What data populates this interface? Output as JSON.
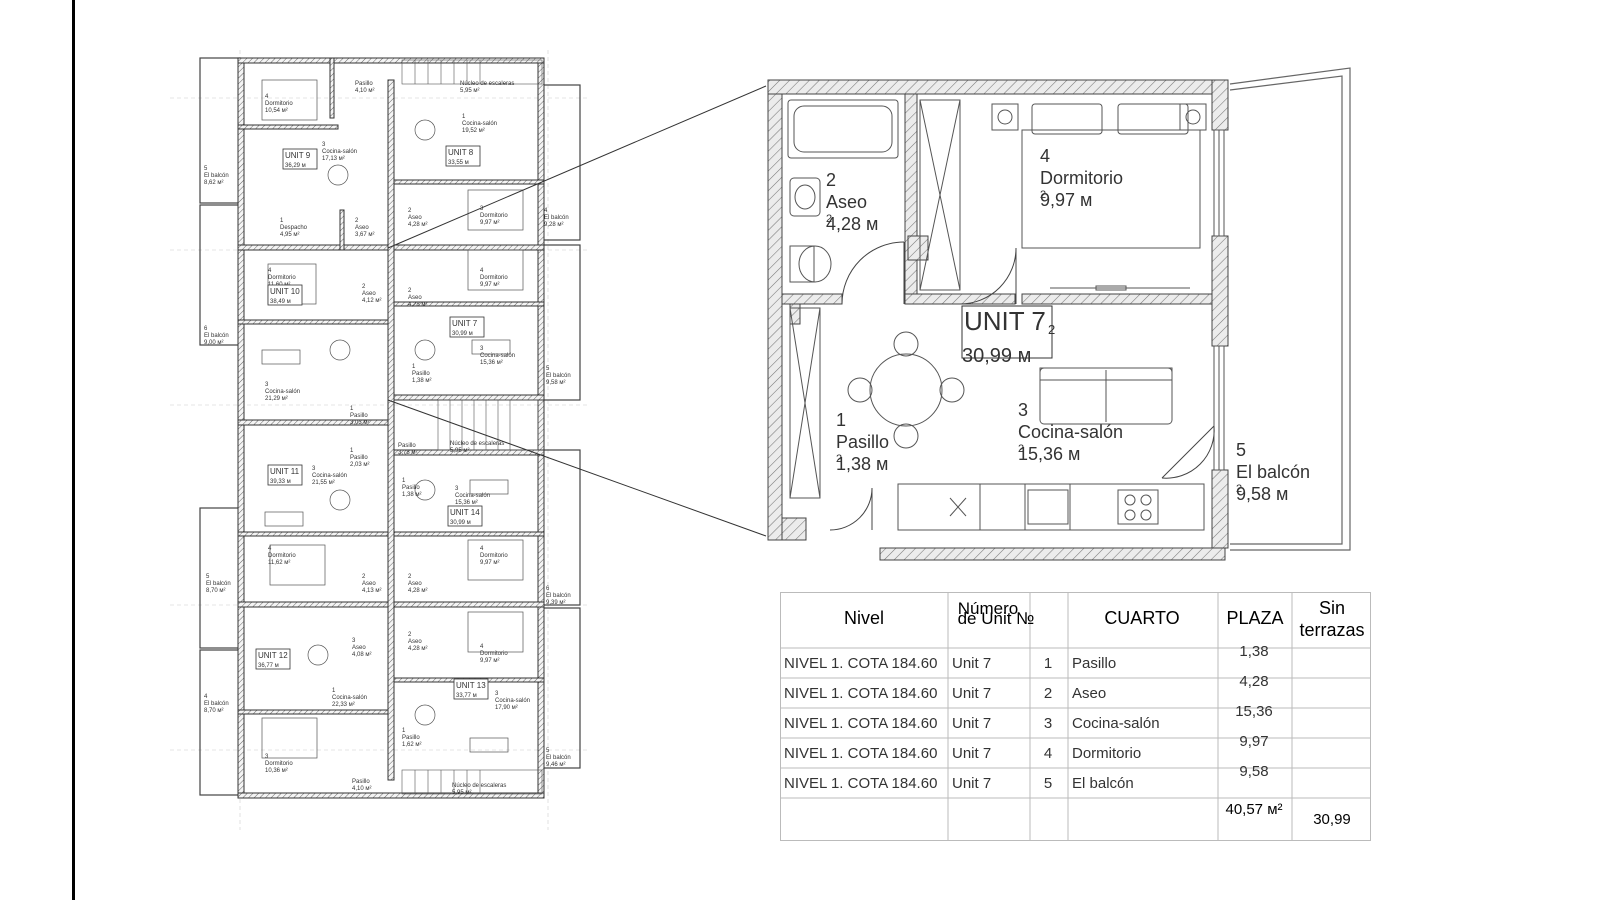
{
  "overview": {
    "rooms": [
      {
        "id": "r1",
        "num": "4",
        "name": "Dormitorio",
        "area": "10,54 м²"
      },
      {
        "id": "r2",
        "num": "",
        "name": "Pasillo",
        "area": "4,10 м²"
      },
      {
        "id": "r3",
        "num": "",
        "name": "Núcleo de escaleras",
        "area": "5,95 м²"
      },
      {
        "id": "r4",
        "num": "1",
        "name": "Cocina-salón",
        "area": "19,52 м²"
      },
      {
        "id": "r5",
        "num": "3",
        "name": "Cocina-salón",
        "area": "17,13 м²"
      },
      {
        "id": "r6",
        "num": "5",
        "name": "El balcón",
        "area": "8,62 м²"
      },
      {
        "id": "r7",
        "num": "1",
        "name": "Despacho",
        "area": "4,95 м²"
      },
      {
        "id": "r8",
        "num": "2",
        "name": "Aseo",
        "area": "3,67 м²"
      },
      {
        "id": "r9",
        "num": "2",
        "name": "Aseo",
        "area": "4,28 м²"
      },
      {
        "id": "r10",
        "num": "3",
        "name": "Dormitorio",
        "area": "9,97 м²"
      },
      {
        "id": "r11",
        "num": "4",
        "name": "El balcón",
        "area": "9,28 м²"
      },
      {
        "id": "r12",
        "num": "4",
        "name": "Dormitorio",
        "area": "11,60 м²"
      },
      {
        "id": "r13",
        "num": "2",
        "name": "Aseo",
        "area": "4,12 м²"
      },
      {
        "id": "r14",
        "num": "2",
        "name": "Aseo",
        "area": "4,28 м²"
      },
      {
        "id": "r15",
        "num": "4",
        "name": "Dormitorio",
        "area": "9,97 м²"
      },
      {
        "id": "r16",
        "num": "6",
        "name": "El balcón",
        "area": "9,00 м²"
      },
      {
        "id": "r17",
        "num": "3",
        "name": "Cocina-salón",
        "area": "15,36 м²"
      },
      {
        "id": "r18",
        "num": "1",
        "name": "Pasillo",
        "area": "1,38 м²"
      },
      {
        "id": "r19",
        "num": "5",
        "name": "El balcón",
        "area": "9,58 м²"
      },
      {
        "id": "r20",
        "num": "3",
        "name": "Cocina-salón",
        "area": "21,29 м²"
      },
      {
        "id": "r21",
        "num": "1",
        "name": "Pasillo",
        "area": "3,03 м²"
      },
      {
        "id": "r22",
        "num": "",
        "name": "Pasillo",
        "area": "3,78 м²"
      },
      {
        "id": "r23",
        "num": "",
        "name": "Núcleo de escaleras",
        "area": "5,95 м²"
      },
      {
        "id": "r24",
        "num": "1",
        "name": "Pasillo",
        "area": "2,03 м²"
      },
      {
        "id": "r25",
        "num": "3",
        "name": "Cocina-salón",
        "area": "21,55 м²"
      },
      {
        "id": "r26",
        "num": "1",
        "name": "Pasillo",
        "area": "1,38 м²"
      },
      {
        "id": "r27",
        "num": "3",
        "name": "Cocina-salón",
        "area": "15,36 м²"
      },
      {
        "id": "r28",
        "num": "5",
        "name": "El balcón",
        "area": "8,70 м²"
      },
      {
        "id": "r29",
        "num": "4",
        "name": "Dormitorio",
        "area": "11,62 м²"
      },
      {
        "id": "r30",
        "num": "2",
        "name": "Aseo",
        "area": "4,13 м²"
      },
      {
        "id": "r31",
        "num": "2",
        "name": "Aseo",
        "area": "4,28 м²"
      },
      {
        "id": "r32",
        "num": "4",
        "name": "Dormitorio",
        "area": "9,97 м²"
      },
      {
        "id": "r33",
        "num": "6",
        "name": "El balcón",
        "area": "9,39 м²"
      },
      {
        "id": "r34",
        "num": "3",
        "name": "Aseo",
        "area": "4,08 м²"
      },
      {
        "id": "r35",
        "num": "2",
        "name": "Aseo",
        "area": "4,28 м²"
      },
      {
        "id": "r36",
        "num": "4",
        "name": "Dormitorio",
        "area": "9,97 м²"
      },
      {
        "id": "r37",
        "num": "1",
        "name": "Cocina-salón",
        "area": "22,33 м²"
      },
      {
        "id": "r38",
        "num": "3",
        "name": "Cocina-salón",
        "area": "17,90 м²"
      },
      {
        "id": "r39",
        "num": "4",
        "name": "El balcón",
        "area": "8,70 м²"
      },
      {
        "id": "r40",
        "num": "1",
        "name": "Pasillo",
        "area": "1,62 м²"
      },
      {
        "id": "r41",
        "num": "3",
        "name": "Dormitorio",
        "area": "10,36 м²"
      },
      {
        "id": "r42",
        "num": "5",
        "name": "El balcón",
        "area": "9,46 м²"
      },
      {
        "id": "r43",
        "num": "",
        "name": "Pasillo",
        "area": "4,10 м²"
      },
      {
        "id": "r44",
        "num": "",
        "name": "Núcleo de escaleras",
        "area": "5,95 м²"
      }
    ],
    "units": [
      {
        "id": "u9",
        "label": "UNIT 9",
        "area": "36,29 м"
      },
      {
        "id": "u8",
        "label": "UNIT 8",
        "area": "33,55 м"
      },
      {
        "id": "u10",
        "label": "UNIT 10",
        "area": "38,49 м"
      },
      {
        "id": "u7",
        "label": "UNIT 7",
        "area": "30,99 м"
      },
      {
        "id": "u11",
        "label": "UNIT 11",
        "area": "39,33 м"
      },
      {
        "id": "u14",
        "label": "UNIT 14",
        "area": "30,99 м"
      },
      {
        "id": "u12",
        "label": "UNIT 12",
        "area": "36,77 м"
      },
      {
        "id": "u13",
        "label": "UNIT 13",
        "area": "33,77 м"
      }
    ]
  },
  "detail": {
    "unit_label": "UNIT 7",
    "unit_area": "30,99 м",
    "unit_area_sup": "2",
    "rooms": [
      {
        "id": "aseo",
        "num": "2",
        "name": "Aseo",
        "area": "4,28 м",
        "sup": "2"
      },
      {
        "id": "dorm",
        "num": "4",
        "name": "Dormitorio",
        "area": "9,97 м",
        "sup": "2"
      },
      {
        "id": "pasillo",
        "num": "1",
        "name": "Pasillo",
        "area": "1,38 м",
        "sup": "2"
      },
      {
        "id": "cocina",
        "num": "3",
        "name": "Cocina-salón",
        "area": "15,36 м",
        "sup": "2"
      },
      {
        "id": "balcon",
        "num": "5",
        "name": "El balcón",
        "area": "9,58 м",
        "sup": "2"
      }
    ]
  },
  "table": {
    "headers": {
      "nivel": "Nivel",
      "numero_line1": "Número",
      "numero_line2": "de Unit №",
      "cuarto": "CUARTO",
      "plaza": "PLAZA",
      "sin_line1": "Sin",
      "sin_line2": "terrazas"
    },
    "rows": [
      {
        "nivel": "NIVEL 1. COTA 184.60",
        "unit": "Unit 7",
        "num": "1",
        "cuarto": "Pasillo",
        "plaza": "1,38"
      },
      {
        "nivel": "NIVEL 1. COTA 184.60",
        "unit": "Unit 7",
        "num": "2",
        "cuarto": "Aseo",
        "plaza": "4,28"
      },
      {
        "nivel": "NIVEL 1. COTA 184.60",
        "unit": "Unit 7",
        "num": "3",
        "cuarto": "Cocina-salón",
        "plaza": "15,36"
      },
      {
        "nivel": "NIVEL 1. COTA 184.60",
        "unit": "Unit 7",
        "num": "4",
        "cuarto": "Dormitorio",
        "plaza": "9,97"
      },
      {
        "nivel": "NIVEL 1. COTA 184.60",
        "unit": "Unit 7",
        "num": "5",
        "cuarto": "El balcón",
        "plaza": "9,58"
      }
    ],
    "total_plaza": "40,57 м²",
    "total_sin": "30,99"
  }
}
